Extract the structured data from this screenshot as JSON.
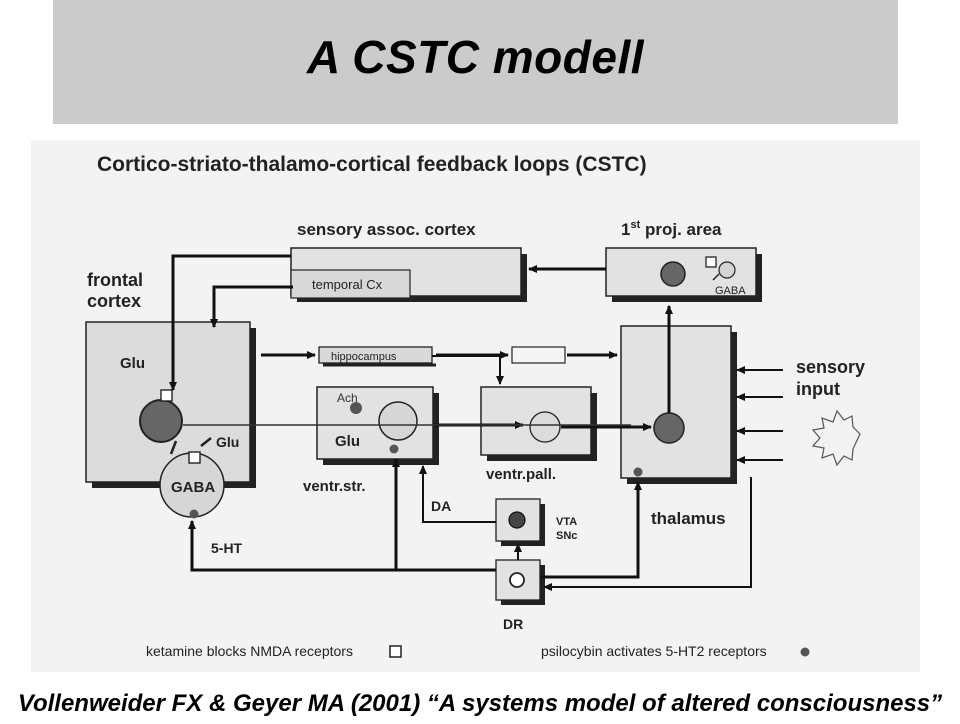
{
  "slide": {
    "title": "A CSTC modell",
    "citation": "Vollenweider FX & Geyer MA (2001) “A systems model of altered consciousness”"
  },
  "diagram": {
    "heading": "Cortico-striato-thalamo-cortical feedback loops (CSTC)",
    "labels": {
      "sensory_assoc_cortex": "sensory assoc. cortex",
      "temporal_cx": "temporal Cx",
      "proj_area_prefix": "1",
      "proj_area_sup": "st",
      "proj_area_suffix": " proj. area",
      "gaba_small": "GABA",
      "frontal": "frontal",
      "cortex": "cortex",
      "glu_frontal": "Glu",
      "glu_side": "Glu",
      "gaba_big": "GABA",
      "hippocampus": "hippocampus",
      "ach": "Ach",
      "glu_striatum": "Glu",
      "ventr_str": "ventr.str.",
      "ventr_pall": "ventr.pall.",
      "sensory": "sensory",
      "input": "input",
      "thalamus": "thalamus",
      "da": "DA",
      "vta": "VTA",
      "snc": "SNc",
      "five_ht": "5-HT",
      "dr": "DR"
    },
    "legend": {
      "ketamine": "ketamine blocks NMDA receptors",
      "psilocybin": "psilocybin activates 5-HT2 receptors"
    }
  }
}
